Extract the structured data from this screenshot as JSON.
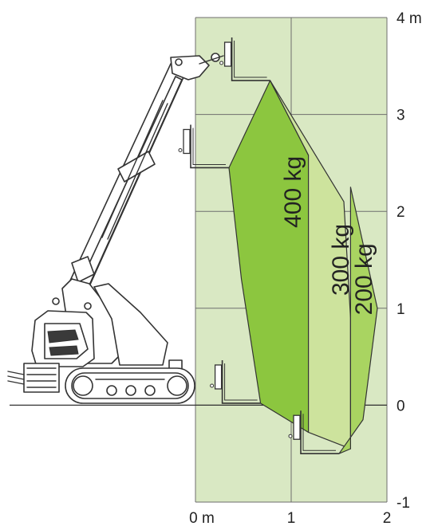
{
  "chart_data": {
    "type": "area",
    "x_ticks": [
      {
        "value": 0,
        "label": "0 m"
      },
      {
        "value": 1,
        "label": "1"
      },
      {
        "value": 2,
        "label": "2"
      }
    ],
    "y_ticks": [
      {
        "value": 4,
        "label": "4 m"
      },
      {
        "value": 3,
        "label": "3"
      },
      {
        "value": 2,
        "label": "2"
      },
      {
        "value": 1,
        "label": "1"
      },
      {
        "value": 0,
        "label": "0"
      },
      {
        "value": -1,
        "label": "-1"
      }
    ],
    "xlim": [
      0,
      2
    ],
    "ylim": [
      -1,
      4
    ],
    "grid": true,
    "zones": [
      {
        "label": "400 kg",
        "color": "#8cc63f",
        "outline": [
          [
            0.35,
            2.45
          ],
          [
            0.78,
            3.35
          ],
          [
            1.18,
            2.58
          ],
          [
            1.18,
            -0.28
          ],
          [
            0.68,
            0.02
          ],
          [
            0.48,
            1.3
          ],
          [
            0.35,
            2.45
          ]
        ]
      },
      {
        "label": "300 kg",
        "color": "#cde39d",
        "outline": [
          [
            0.78,
            3.35
          ],
          [
            1.55,
            2.1
          ],
          [
            1.62,
            0.9
          ],
          [
            1.62,
            -0.45
          ],
          [
            1.18,
            -0.28
          ],
          [
            1.18,
            2.58
          ],
          [
            0.78,
            3.35
          ]
        ]
      },
      {
        "label": "200 kg",
        "color": "#a9d461",
        "outline": [
          [
            1.62,
            2.25
          ],
          [
            1.9,
            1.0
          ],
          [
            1.75,
            -0.15
          ],
          [
            1.5,
            -0.5
          ],
          [
            1.62,
            -0.45
          ],
          [
            1.62,
            2.25
          ]
        ]
      }
    ],
    "reach_positions": [
      {
        "x": 0.78,
        "y": 3.35
      },
      {
        "x": 0.35,
        "y": 2.45
      },
      {
        "x": 0.68,
        "y": 0.02
      },
      {
        "x": 1.5,
        "y": -0.5
      }
    ]
  },
  "colors": {
    "grid_background": "#d9e8c3",
    "grid_lines": "#6e6e6e",
    "ground_line": "#333333"
  }
}
